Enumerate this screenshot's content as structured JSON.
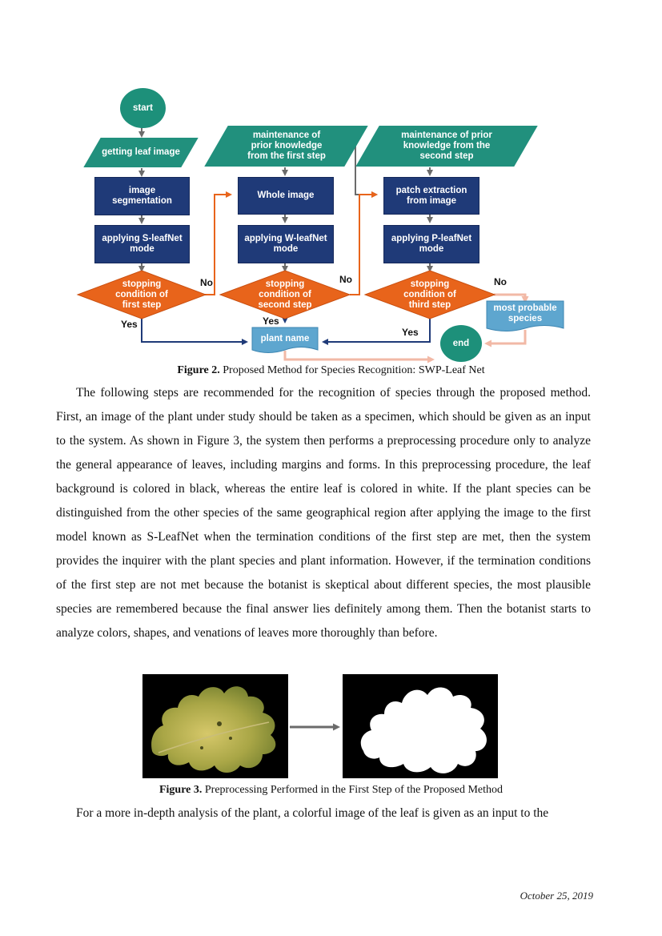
{
  "flowchart": {
    "start": "start",
    "getting_leaf_image": "getting leaf image",
    "image_segmentation": "image segmentation",
    "applying_s": "applying S-leafNet mode",
    "stop1": "stopping condition of first step",
    "maint1": "maintenance of prior knowledge from the first step",
    "whole_image": "Whole image",
    "applying_w": "applying W-leafNet mode",
    "stop2": "stopping condition of second step",
    "maint2": "maintenance of prior knowledge from the second step",
    "patch_extraction": "patch extraction from image",
    "applying_p": "applying P-leafNet mode",
    "stop3": "stopping condition of third step",
    "most_probable": "most probable species",
    "plant_name": "plant name",
    "end": "end",
    "yes": "Yes",
    "no": "No"
  },
  "figure2": {
    "label": "Figure 2.",
    "text": " Proposed Method for Species Recognition: SWP-Leaf Net"
  },
  "paragraph1": "The following steps are recommended for the recognition of species through the proposed method. First, an image of the plant under study should be taken as a specimen, which should be given as an input to the system. As shown in Figure 3, the system then performs a preprocessing procedure only to analyze the general appearance of leaves, including margins and forms. In this preprocessing procedure, the leaf background is colored in black, whereas the entire leaf is colored in white. If the plant species can be distinguished from the other species of the same geographical region after applying the image to the first model known as S-LeafNet when the termination conditions of the first step are met, then the system provides the inquirer with the plant species and plant information. However, if the termination conditions of the first step are not met because the botanist is skeptical about different species, the most plausible species are remembered because the final answer lies definitely among them. Then the botanist starts to analyze colors, shapes, and venations of leaves more thoroughly than before.",
  "figure3": {
    "label": "Figure 3.",
    "text": " Preprocessing Performed in the First Step of the Proposed Method"
  },
  "paragraph2": "For a more in-depth analysis of the plant, a colorful image of the leaf is given as an input to the",
  "footer_date": "October 25, 2019",
  "colors": {
    "teal": "#21907d",
    "navy": "#1f3a78",
    "orange": "#e8641b",
    "light_blue": "#5ea6cf",
    "salmon": "#f2b9a6"
  }
}
